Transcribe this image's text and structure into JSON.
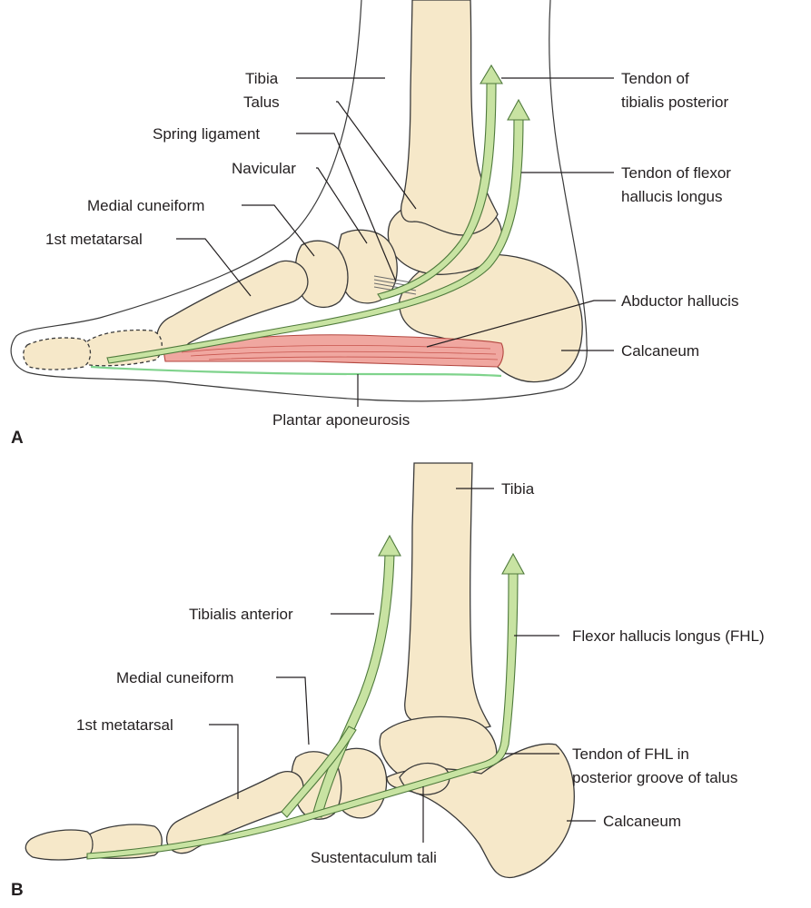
{
  "colors": {
    "bone": "#f6e8c9",
    "tendon": "#c8e3a2",
    "muscle": "#f0a7a0",
    "aponeurosis": "#7fd38c",
    "text": "#231f20"
  },
  "panel_a": {
    "letter": "A",
    "labels": {
      "tibia": "Tibia",
      "talus": "Talus",
      "spring_ligament": "Spring ligament",
      "navicular": "Navicular",
      "medial_cuneiform": "Medial cuneiform",
      "first_metatarsal": "1st metatarsal",
      "tendon_tib_post_1": "Tendon of",
      "tendon_tib_post_2": "tibialis posterior",
      "tendon_fhl_1": "Tendon of flexor",
      "tendon_fhl_2": "hallucis longus",
      "abductor_hallucis": "Abductor hallucis",
      "calcaneum": "Calcaneum",
      "plantar_aponeurosis": "Plantar aponeurosis"
    }
  },
  "panel_b": {
    "letter": "B",
    "labels": {
      "tibia": "Tibia",
      "tibialis_anterior": "Tibialis anterior",
      "flexor_hallucis_longus": "Flexor hallucis longus (FHL)",
      "medial_cuneiform": "Medial cuneiform",
      "first_metatarsal": "1st metatarsal",
      "tendon_fhl_groove_1": "Tendon of FHL in",
      "tendon_fhl_groove_2": "posterior groove of talus",
      "calcaneum": "Calcaneum",
      "sustentaculum_tali": "Sustentaculum tali"
    }
  }
}
